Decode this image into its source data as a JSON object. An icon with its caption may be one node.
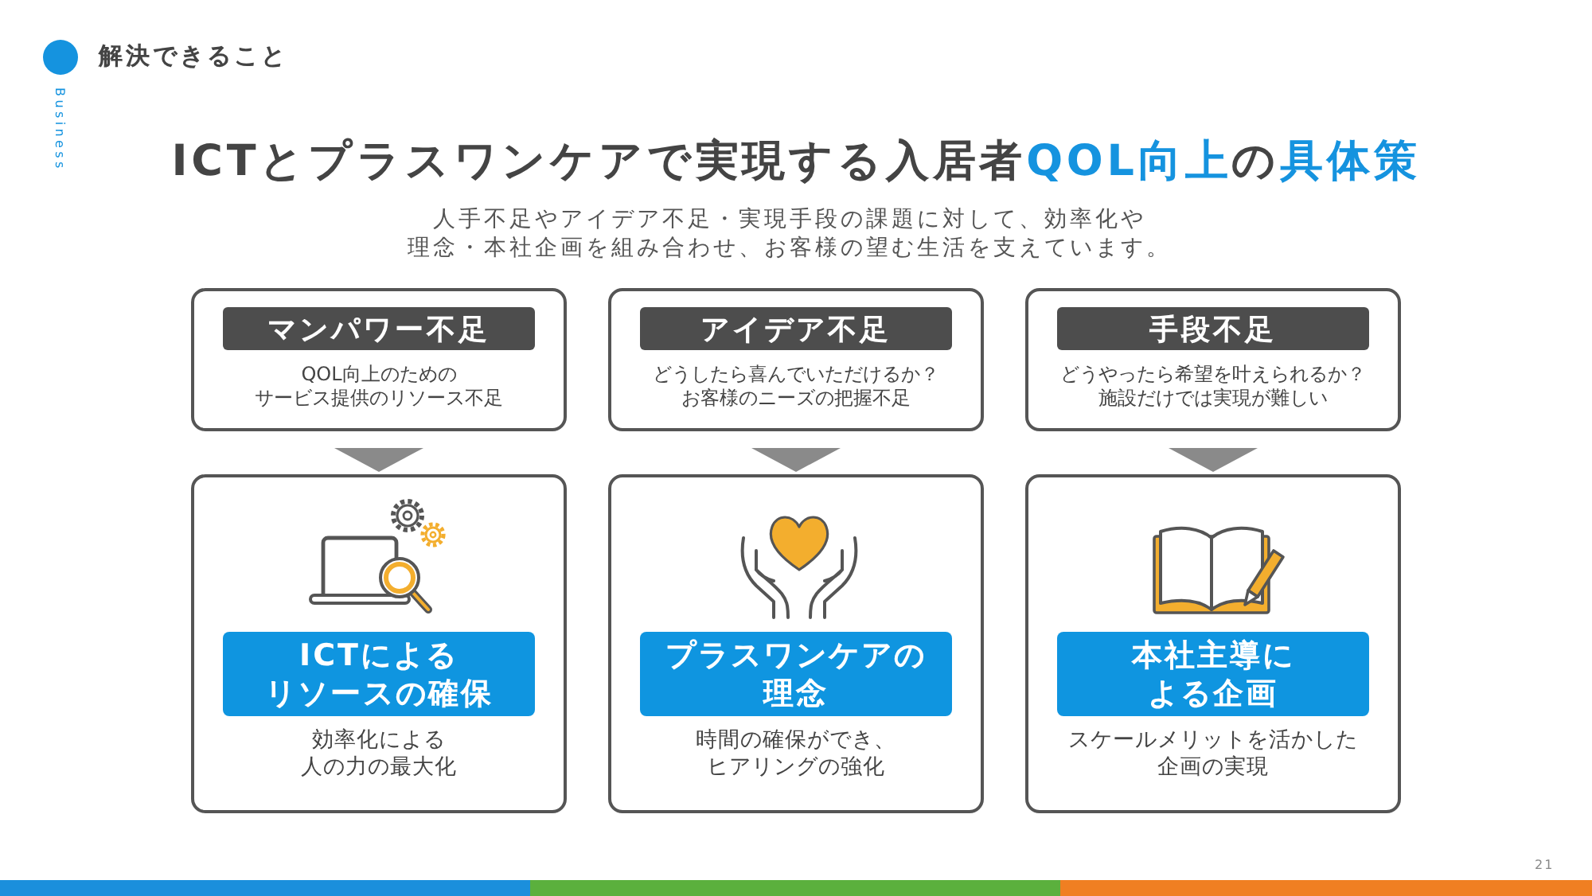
{
  "diagram": {
    "title": "ICTとプラスワンケアで実現する入居者**QOL向上**の**具体策**",
    "nodes": [
      {
        "text": [
          "QOL向上のためのサービス提供のリソース不足"
        ]
      },
      {
        "text": [
          "マンパワー不足"
        ],
        "in": 0
      },
      {
        "text": [
          "どうしたら喜んでいただけるか？お客様のニーズの把握不足"
        ]
      },
      {
        "text": [
          "アイデア不足"
        ],
        "in": 2
      },
      {
        "text": [
          "どうやったら希望を叶えられるか？施設だけでは実現が難しい"
        ]
      },
      {
        "text": [
          "手段不足"
        ],
        "in": 4
      },
      {
        "text": [
          "効率化による人の力の最大化"
        ]
      },
      {
        "text": [
          "ICTによるリソースの確保"
        ],
        "in": 6
      },
      {
        "text": [
          "時間の確保ができ、ヒアリングの強化"
        ]
      },
      {
        "text": [
          "プラスワンケアの理念"
        ],
        "in": 8
      },
      {
        "text": [
          "スケールメリットを活かした企画の実現"
        ]
      },
      {
        "text": [
          "本社主導による企画"
        ],
        "in": 10
      }
    ],
    "edges": [
      {
        "from": 0,
        "to": 6,
        "arrow": "to"
      },
      {
        "from": 2,
        "to": 8,
        "arrow": "to"
      },
      {
        "from": 4,
        "to": 10,
        "arrow": "to"
      }
    ],
    "labels": [
      "解決できること",
      "Business",
      "人手不足やアイデア不足・実現手段の課題に対して、効率化や理念・本社企画を組み合わせ、お客様の望む生活を支えています。",
      "21"
    ]
  }
}
